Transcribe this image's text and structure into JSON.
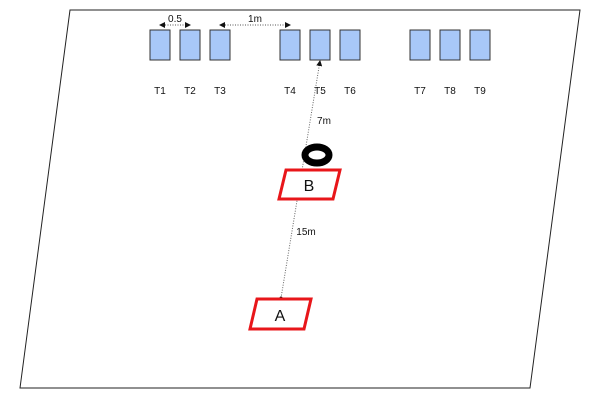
{
  "targets": [
    {
      "label": "T1"
    },
    {
      "label": "T2"
    },
    {
      "label": "T3"
    },
    {
      "label": "T4"
    },
    {
      "label": "T5"
    },
    {
      "label": "T6"
    },
    {
      "label": "T7"
    },
    {
      "label": "T8"
    },
    {
      "label": "T9"
    }
  ],
  "dimensions": {
    "spacing_small": "0.5",
    "spacing_group": "1m",
    "b_to_target": "7m",
    "a_to_b": "15m"
  },
  "positions": {
    "a": "A",
    "b": "B"
  },
  "colors": {
    "target_fill": "#a8c8f8",
    "marker_stroke": "#e8161a"
  }
}
